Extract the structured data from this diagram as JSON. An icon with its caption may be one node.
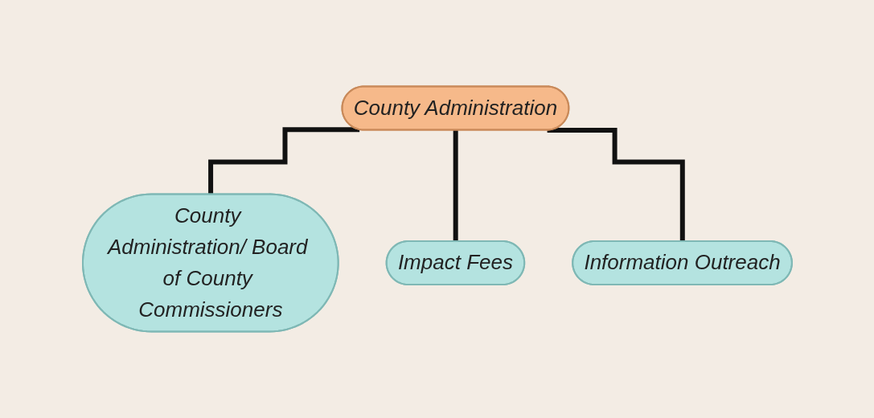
{
  "diagram": {
    "nodes": [
      {
        "text": [
          "County Administration"
        ]
      },
      {
        "text": [
          "County Administration/ Board of County Commissioners"
        ]
      },
      {
        "text": [
          "Impact Fees"
        ]
      },
      {
        "text": [
          "Information Outreach"
        ]
      }
    ],
    "edges": [
      {
        "from": 0,
        "to": 1,
        "arrow": "none"
      },
      {
        "from": 0,
        "to": 2,
        "arrow": "none"
      },
      {
        "from": 0,
        "to": 3,
        "arrow": "none"
      }
    ]
  }
}
